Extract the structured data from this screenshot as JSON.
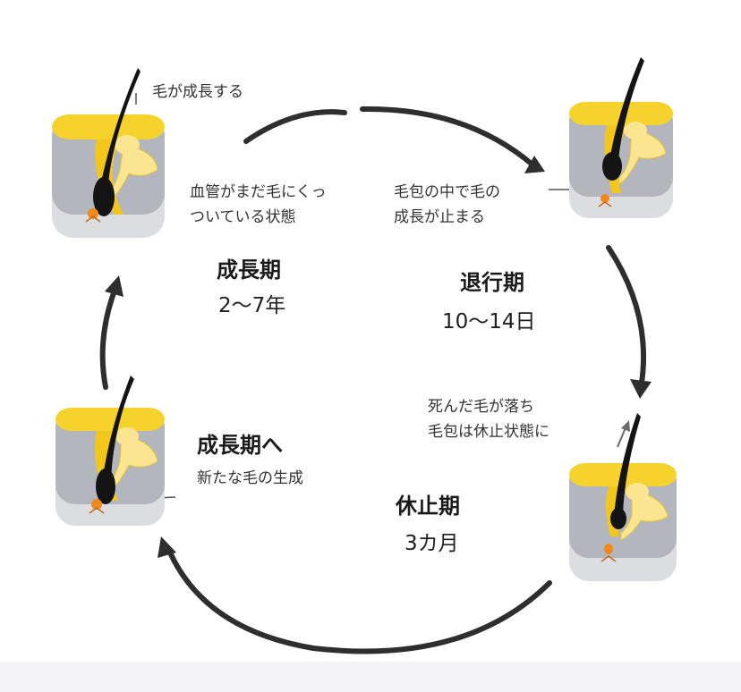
{
  "stages": {
    "growth": {
      "name": "成長期",
      "duration": "2〜7年",
      "note_top": "毛が成長する",
      "note_lines": [
        "血管がまだ毛にくっ",
        "ついている状態"
      ]
    },
    "regression": {
      "name": "退行期",
      "duration": "10〜14日",
      "note_lines": [
        "毛包の中で毛の",
        "成長が止まる"
      ]
    },
    "resting": {
      "name": "休止期",
      "duration": "3カ月",
      "note_lines": [
        "死んだ毛が落ち",
        "毛包は休止状態に"
      ]
    },
    "to_growth": {
      "name": "成長期へ",
      "note": "新たな毛の生成"
    }
  },
  "colors": {
    "skin_yellow": "#f6d22c",
    "tissue_gray": "#b3b6bc",
    "base_gray": "#dcdde1",
    "gland_fill": "#fbe590",
    "hair": "#141414",
    "papilla": "#f08a1e",
    "arrow": "#2e2e2e"
  }
}
